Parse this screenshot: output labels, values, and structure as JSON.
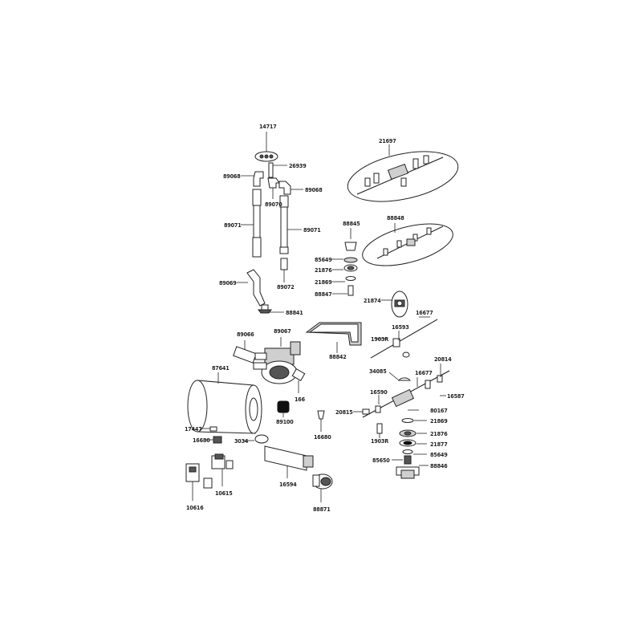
{
  "labels": {
    "p14717": "14717",
    "p26939": "26939",
    "p89068a": "89068",
    "p89068b": "89068",
    "p89070": "89070",
    "p89071a": "89071",
    "p89071b": "89071",
    "p89069": "89069",
    "p89072": "89072",
    "p88841": "88841",
    "p21697": "21697",
    "p88845": "88845",
    "p88848": "88848",
    "p85649a": "85649",
    "p21876a": "21876",
    "p21869a": "21869",
    "p88847": "88847",
    "p21874": "21874",
    "p16677a": "16677",
    "p16593": "16593",
    "p1903Ra": "1903R",
    "p20814": "20814",
    "p34085": "34085",
    "p16677b": "16677",
    "p16590": "16590",
    "p16587": "16587",
    "p80167": "80167",
    "p20815": "20815",
    "p21869b": "21869",
    "p1903Rb": "1903R",
    "p21876b": "21876",
    "p21877": "21877",
    "p85650": "85650",
    "p85649b": "85649",
    "p88846": "88846",
    "p89066": "89066",
    "p89067": "89067",
    "p88842": "88842",
    "p87641": "87641",
    "p166": "166",
    "p89100": "89100",
    "p16680a": "16680",
    "p17447": "17447",
    "p16680b": "16680",
    "p3034": "3034",
    "p16594": "16594",
    "p88871": "88871",
    "p10615": "10615",
    "p10616": "10616"
  }
}
